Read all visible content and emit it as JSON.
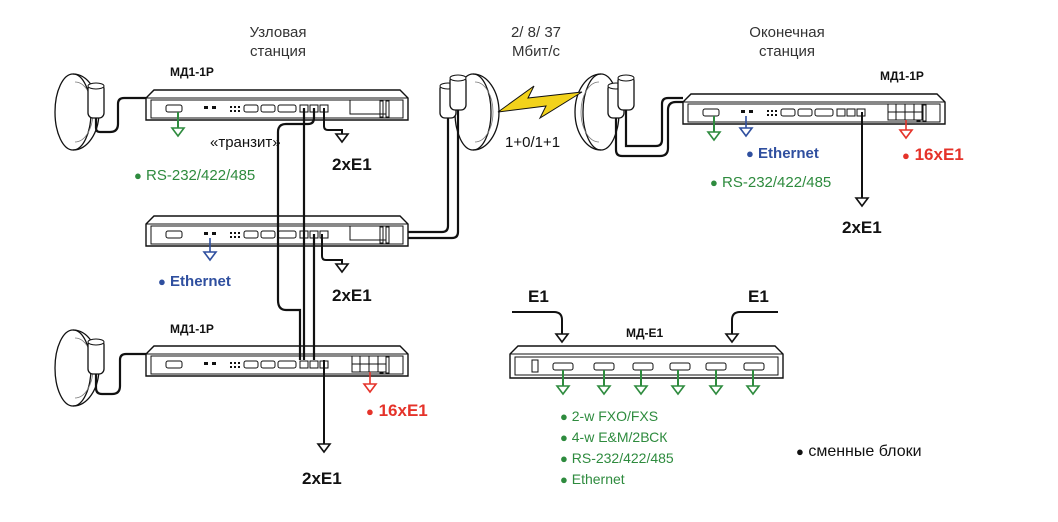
{
  "labels": {
    "nodal_station": "Узловая\nстанция",
    "rate": "2/ 8/ 37\nМбит/с",
    "terminal_station": "Оконечная\nстанция",
    "md_top_left": "МД1-1Р",
    "md_top_right": "МД1-1Р",
    "md_bottom_left": "МД1-1Р",
    "md_e1": "МД-Е1",
    "transit": "«транзит»",
    "redundancy": "1+0/1+1",
    "e1_2x_a": "2xE1",
    "e1_2x_b": "2xE1",
    "e1_2x_c": "2xE1",
    "e1_2x_d": "2xE1",
    "rs232_left": "RS-232/422/485",
    "rs232_right": "RS-232/422/485",
    "ethernet_left": "Ethernet",
    "ethernet_right": "Ethernet",
    "e1_16x_left": "16xE1",
    "e1_16x_right": "16xE1",
    "e1_in_left": "E1",
    "e1_in_right": "E1",
    "legend_replaceable": "сменные блоки"
  },
  "md_e1_modules": [
    "2-w FXO/FXS",
    "4-w E&M/2ВСК",
    "RS-232/422/485",
    "Ethernet"
  ],
  "colors": {
    "green": "#2e8b3e",
    "blue": "#2f4f9f",
    "red": "#e5332a",
    "lightning": "#f2d21b",
    "line": "#111111"
  },
  "icons": {
    "dish": "dish-antenna-icon",
    "lightning": "radio-link-lightning-icon",
    "bullet": "bullet-dot-icon"
  }
}
